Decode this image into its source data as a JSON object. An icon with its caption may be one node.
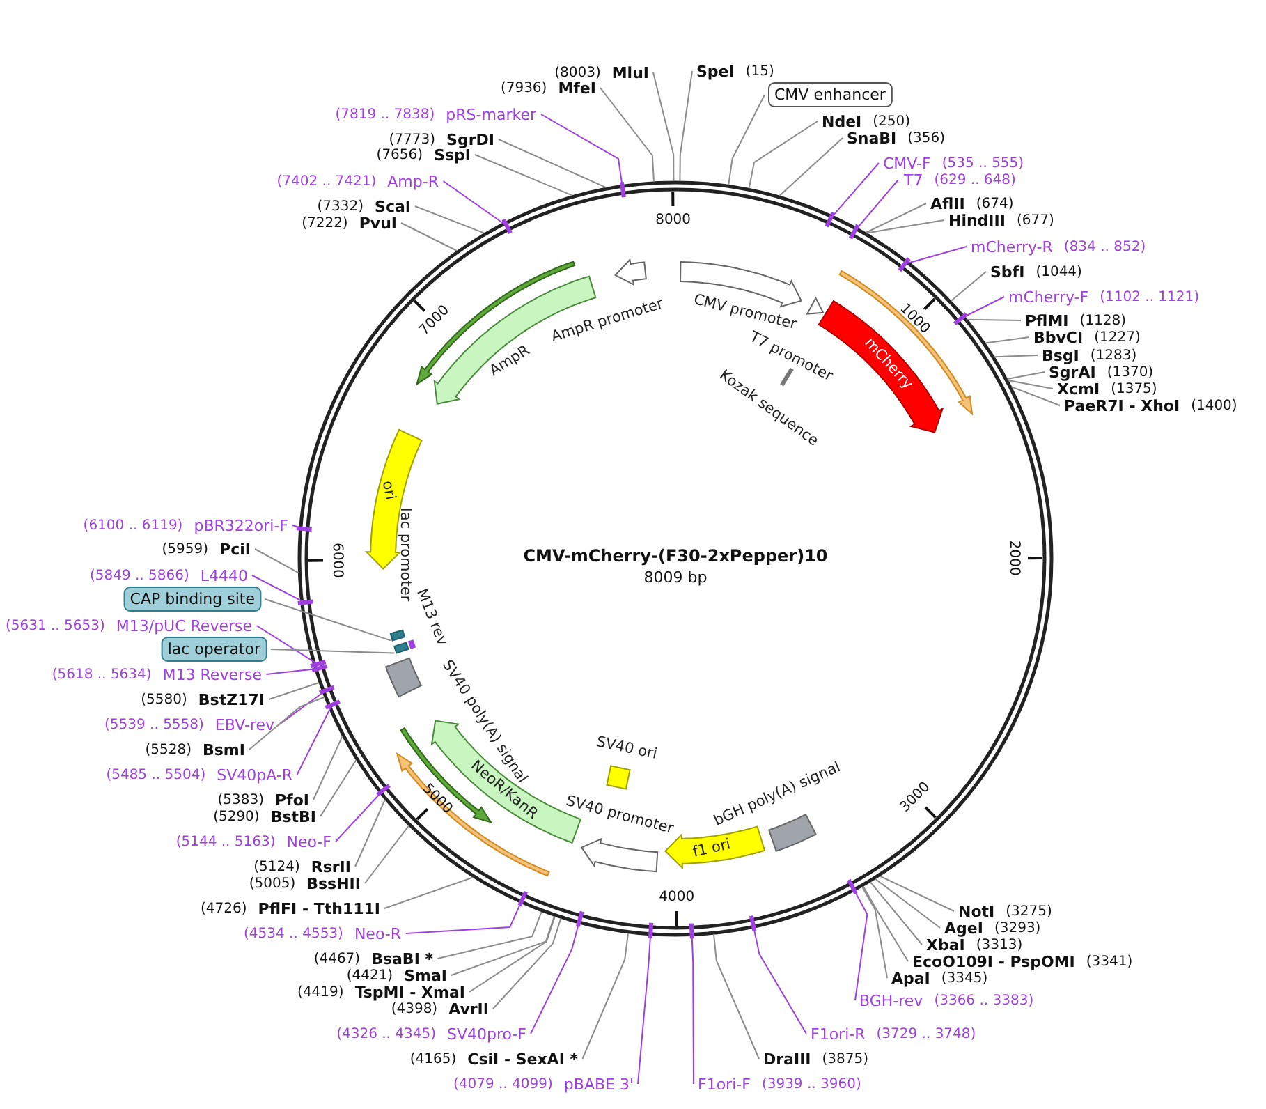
{
  "diagram": {
    "title": "CMV-mCherry-(F30-2xPepper)10",
    "nodes": [
      {
        "text": [
          "(8003)",
          "MluI"
        ]
      },
      {
        "text": [
          "SpeI",
          "(15)"
        ]
      },
      {
        "text": [
          "(7936)",
          "MfeI"
        ]
      },
      {
        "text": [
          "CMV enhancer"
        ]
      },
      {
        "text": [
          "(7819 .. 7838)",
          "pRS-marker"
        ]
      },
      {
        "text": [
          "NdeI",
          "(250)"
        ]
      },
      {
        "text": [
          "SnaBI",
          "(356)"
        ]
      },
      {
        "text": [
          "(7773)",
          "SgrDI"
        ]
      },
      {
        "text": [
          "(7656)",
          "SspI"
        ]
      },
      {
        "text": [
          "CMV-F",
          "(535 .. 555)"
        ]
      },
      {
        "text": [
          "T7",
          "(629 .. 648)"
        ]
      },
      {
        "text": [
          "(7402 .. 7421)",
          "Amp-R"
        ]
      },
      {
        "text": [
          "AflII",
          "(674)"
        ]
      },
      {
        "text": [
          "(7332)",
          "ScaI"
        ]
      },
      {
        "text": [
          "HindIII",
          "(677)"
        ]
      },
      {
        "text": [
          "(7222)",
          "PvuI"
        ]
      },
      {
        "text": [
          "mCherry-R",
          "(834 .. 852)"
        ]
      },
      {
        "text": [
          "SbfI",
          "(1044)"
        ]
      },
      {
        "text": [
          "mCherry-F",
          "(1102 .. 1121)"
        ]
      },
      {
        "text": [
          "PflMI",
          "(1128)"
        ]
      },
      {
        "text": [
          "BbvCI",
          "(1227)"
        ]
      },
      {
        "text": [
          "BsgI",
          "(1283)"
        ]
      },
      {
        "text": [
          "SgrAI",
          "(1370)"
        ]
      },
      {
        "text": [
          "XcmI",
          "(1375)"
        ]
      },
      {
        "text": [
          "PaeR7I - XhoI",
          "(1400)"
        ]
      },
      {
        "text": [
          "(6100 .. 6119)",
          "pBR322ori-F"
        ]
      },
      {
        "text": [
          "(5959)",
          "PciI"
        ]
      },
      {
        "text": [
          "(5849 .. 5866)",
          "L4440"
        ]
      },
      {
        "text": [
          "CAP binding site"
        ]
      },
      {
        "text": [
          "(5631 .. 5653)",
          "M13/pUC Reverse"
        ]
      },
      {
        "text": [
          "lac operator"
        ]
      },
      {
        "text": [
          "(5618 .. 5634)",
          "M13 Reverse"
        ]
      },
      {
        "text": [
          "(5580)",
          "BstZ17I"
        ]
      },
      {
        "text": [
          "(5539 .. 5558)",
          "EBV-rev"
        ]
      },
      {
        "text": [
          "(5528)",
          "BsmI"
        ]
      },
      {
        "text": [
          "(5485 .. 5504)",
          "SV40pA-R"
        ]
      },
      {
        "text": [
          "(5383)",
          "PfoI"
        ]
      },
      {
        "text": [
          "(5290)",
          "BstBI"
        ]
      },
      {
        "text": [
          "(5144 .. 5163)",
          "Neo-F"
        ]
      },
      {
        "text": [
          "(5124)",
          "RsrII"
        ]
      },
      {
        "text": [
          "(5005)",
          "BssHII"
        ]
      },
      {
        "text": [
          "(4726)",
          "PflFI - Tth111I"
        ]
      },
      {
        "text": [
          "(4534 .. 4553)",
          "Neo-R"
        ]
      },
      {
        "text": [
          "(4467)",
          "BsaBI *"
        ]
      },
      {
        "text": [
          "(4421)",
          "SmaI"
        ]
      },
      {
        "text": [
          "(4419)",
          "TspMI - XmaI"
        ]
      },
      {
        "text": [
          "(4398)",
          "AvrII"
        ]
      },
      {
        "text": [
          "(4326 .. 4345)",
          "SV40pro-F"
        ]
      },
      {
        "text": [
          "(4165)",
          "CsiI - SexAI *"
        ]
      },
      {
        "text": [
          "(4079 .. 4099)",
          "pBABE 3'"
        ]
      },
      {
        "text": [
          "F1ori-F",
          "(3939 .. 3960)"
        ]
      },
      {
        "text": [
          "DraIII",
          "(3875)"
        ]
      },
      {
        "text": [
          "F1ori-R",
          "(3729 .. 3748)"
        ]
      },
      {
        "text": [
          "BGH-rev",
          "(3366 .. 3383)"
        ]
      },
      {
        "text": [
          "ApaI",
          "(3345)"
        ]
      },
      {
        "text": [
          "EcoO109I - PspOMI",
          "(3341)"
        ]
      },
      {
        "text": [
          "XbaI",
          "(3313)"
        ]
      },
      {
        "text": [
          "AgeI",
          "(3293)"
        ]
      },
      {
        "text": [
          "NotI",
          "(3275)"
        ]
      },
      {
        "text": [
          "CMV promoter"
        ]
      },
      {
        "text": [
          "T7 promoter"
        ]
      },
      {
        "text": [
          "Kozak sequence"
        ]
      },
      {
        "text": [
          "mCherry"
        ]
      },
      {
        "text": [
          "AmpR promoter"
        ]
      },
      {
        "text": [
          "AmpR"
        ]
      },
      {
        "text": [
          "ori"
        ]
      },
      {
        "text": [
          "lac promoter"
        ]
      },
      {
        "text": [
          "M13 rev"
        ]
      },
      {
        "text": [
          "SV40 poly(A) signal"
        ]
      },
      {
        "text": [
          "NeoR/KanR"
        ]
      },
      {
        "text": [
          "SV40 promoter"
        ]
      },
      {
        "text": [
          "SV40 ori"
        ]
      },
      {
        "text": [
          "f1 ori"
        ]
      },
      {
        "text": [
          "bGH poly(A) signal"
        ]
      },
      {
        "text": [],
        "shape": "arrow"
      },
      {
        "text": [],
        "shape": "arrow"
      },
      {
        "text": [],
        "shape": "arrow"
      },
      {
        "text": [],
        "shape": "arrow"
      },
      {
        "text": [],
        "shape": "bar"
      },
      {
        "text": [],
        "shape": "bar"
      }
    ],
    "edges": [
      {
        "from": 0,
        "to": null,
        "arrow": "none"
      },
      {
        "from": 1,
        "to": null,
        "arrow": "none"
      },
      {
        "from": 2,
        "to": null,
        "arrow": "none"
      },
      {
        "from": 3,
        "to": null,
        "arrow": "none"
      },
      {
        "from": 4,
        "to": null,
        "arrow": "none",
        "color": "#a040e0"
      },
      {
        "from": 5,
        "to": null,
        "arrow": "none"
      },
      {
        "from": 6,
        "to": null,
        "arrow": "none"
      },
      {
        "from": 7,
        "to": null,
        "arrow": "none"
      },
      {
        "from": 8,
        "to": null,
        "arrow": "none"
      },
      {
        "from": 9,
        "to": null,
        "arrow": "none",
        "color": "#a040e0"
      },
      {
        "from": 10,
        "to": null,
        "arrow": "none",
        "color": "#a040e0"
      },
      {
        "from": 11,
        "to": null,
        "arrow": "none",
        "color": "#a040e0"
      },
      {
        "from": 12,
        "to": null,
        "arrow": "none"
      },
      {
        "from": 13,
        "to": null,
        "arrow": "none"
      },
      {
        "from": 14,
        "to": null,
        "arrow": "none"
      },
      {
        "from": 15,
        "to": null,
        "arrow": "none"
      },
      {
        "from": 16,
        "to": null,
        "arrow": "none",
        "color": "#a040e0"
      },
      {
        "from": 17,
        "to": null,
        "arrow": "none"
      },
      {
        "from": 18,
        "to": null,
        "arrow": "none",
        "color": "#a040e0"
      },
      {
        "from": 19,
        "to": null,
        "arrow": "none"
      },
      {
        "from": 20,
        "to": null,
        "arrow": "none"
      },
      {
        "from": 21,
        "to": null,
        "arrow": "none"
      },
      {
        "from": 22,
        "to": null,
        "arrow": "none"
      },
      {
        "from": 23,
        "to": null,
        "arrow": "none"
      },
      {
        "from": 24,
        "to": null,
        "arrow": "none"
      },
      {
        "from": 25,
        "to": null,
        "arrow": "none",
        "color": "#a040e0"
      },
      {
        "from": 26,
        "to": null,
        "arrow": "none"
      },
      {
        "from": 27,
        "to": null,
        "arrow": "none",
        "color": "#a040e0"
      },
      {
        "from": 28,
        "to": 78,
        "arrow": "none"
      },
      {
        "from": 29,
        "to": null,
        "arrow": "none",
        "color": "#a040e0"
      },
      {
        "from": 30,
        "to": 79,
        "arrow": "none"
      },
      {
        "from": 31,
        "to": null,
        "arrow": "none",
        "color": "#a040e0"
      },
      {
        "from": 32,
        "to": null,
        "arrow": "none"
      },
      {
        "from": 33,
        "to": null,
        "arrow": "none",
        "color": "#a040e0"
      },
      {
        "from": 34,
        "to": null,
        "arrow": "none"
      },
      {
        "from": 35,
        "to": null,
        "arrow": "none",
        "color": "#a040e0"
      },
      {
        "from": 36,
        "to": null,
        "arrow": "none"
      },
      {
        "from": 37,
        "to": null,
        "arrow": "none"
      },
      {
        "from": 38,
        "to": null,
        "arrow": "none",
        "color": "#a040e0"
      },
      {
        "from": 39,
        "to": null,
        "arrow": "none"
      },
      {
        "from": 40,
        "to": null,
        "arrow": "none"
      },
      {
        "from": 41,
        "to": null,
        "arrow": "none"
      },
      {
        "from": 42,
        "to": null,
        "arrow": "none",
        "color": "#a040e0"
      },
      {
        "from": 43,
        "to": null,
        "arrow": "none"
      },
      {
        "from": 44,
        "to": null,
        "arrow": "none"
      },
      {
        "from": 45,
        "to": null,
        "arrow": "none"
      },
      {
        "from": 46,
        "to": null,
        "arrow": "none"
      },
      {
        "from": 47,
        "to": null,
        "arrow": "none",
        "color": "#a040e0"
      },
      {
        "from": 48,
        "to": null,
        "arrow": "none"
      },
      {
        "from": 49,
        "to": null,
        "arrow": "none",
        "color": "#a040e0"
      },
      {
        "from": 50,
        "to": null,
        "arrow": "none",
        "color": "#a040e0"
      },
      {
        "from": 51,
        "to": null,
        "arrow": "none"
      },
      {
        "from": 52,
        "to": null,
        "arrow": "none",
        "color": "#a040e0"
      },
      {
        "from": 53,
        "to": null,
        "arrow": "none",
        "color": "#a040e0"
      },
      {
        "from": 54,
        "to": null,
        "arrow": "none"
      },
      {
        "from": 55,
        "to": null,
        "arrow": "none"
      },
      {
        "from": 56,
        "to": null,
        "arrow": "none"
      },
      {
        "from": 57,
        "to": null,
        "arrow": "none"
      },
      {
        "from": 58,
        "to": null,
        "arrow": "none"
      }
    ],
    "labels": [
      "8000",
      "1000",
      "2000",
      "3000",
      "4000",
      "5000",
      "6000",
      "7000",
      "8009 bp"
    ]
  }
}
